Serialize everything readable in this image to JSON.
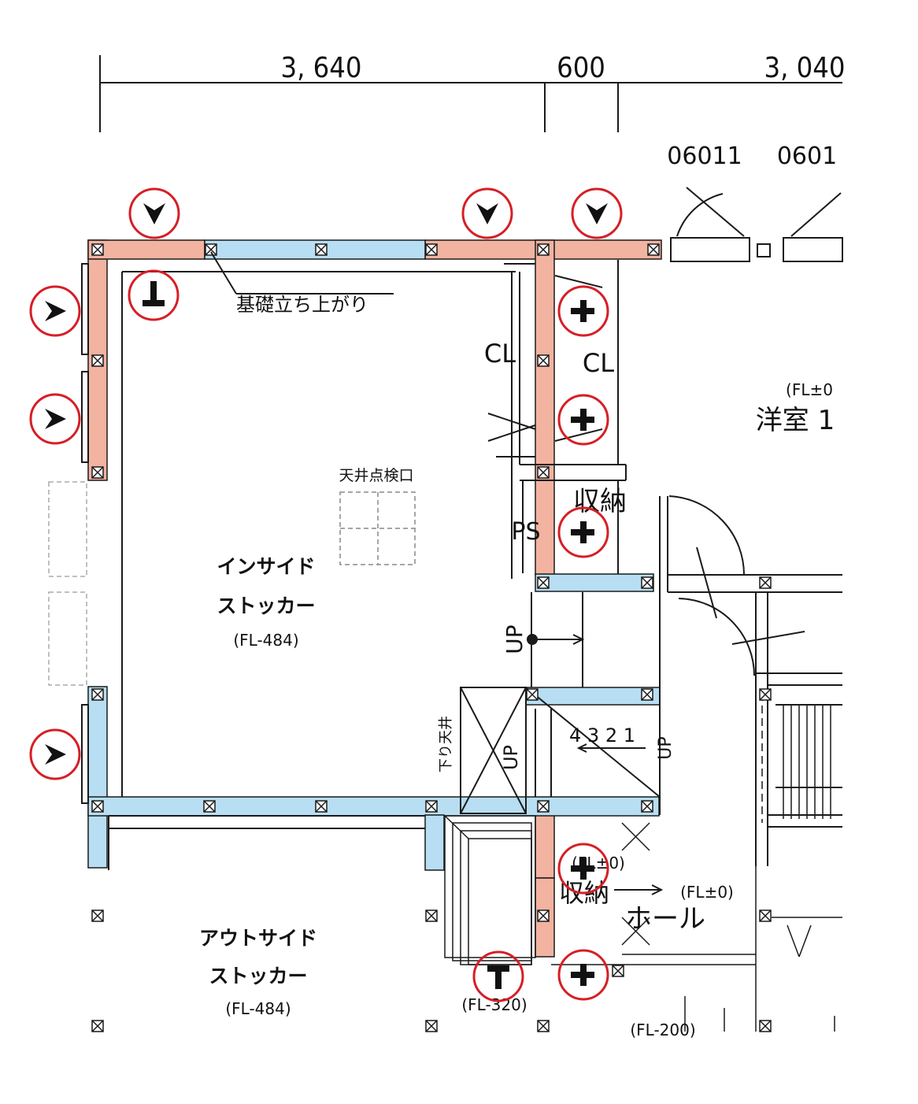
{
  "dimensions": [
    "3, 640",
    "600",
    "3, 040"
  ],
  "window_codes": [
    "06011",
    "0601"
  ],
  "labels": {
    "foundation": "基礎立ち上がり",
    "ceiling_hatch": "天井点検口",
    "cl_left": "CL",
    "cl_right": "CL",
    "storage_top": "収納",
    "ps": "PS",
    "up_main": "UP",
    "up_stair": "UP",
    "up_right": "UP",
    "lowered_ceiling": "下り天井",
    "stair_steps": "4 3 2 1",
    "storage_bottom": "収納",
    "hall": "ホール",
    "fl_hall": "(FL±0)",
    "fl_storage": "(FL±0)",
    "fl_lower_left": "(FL-320)",
    "fl_lower_right": "(FL-200)"
  },
  "rooms": {
    "inside_line1": "インサイド",
    "inside_line2": "ストッカー",
    "inside_fl": "(FL-484)",
    "outside_line1": "アウトサイド",
    "outside_line2": "ストッカー",
    "outside_fl": "(FL-484)",
    "western_fl": "(FL±0",
    "western_name": "洋室 1"
  },
  "colors": {
    "wall_salmon": "#f2b3a0",
    "wall_blue": "#b7def2",
    "marker_red": "#d61f26",
    "line": "#1a1a1a"
  }
}
